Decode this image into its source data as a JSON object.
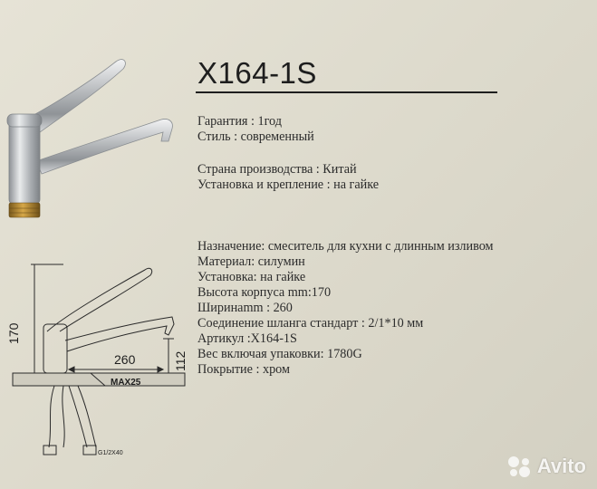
{
  "model": "X164-1S",
  "specs_group1": [
    "Гарантия : 1год",
    "Стиль : современный"
  ],
  "specs_group2": [
    "Страна производства : Китай",
    "Установка и крепление : на гайке"
  ],
  "specs_group3": [
    "Назначение: смеситель для кухни с длинным изливом",
    "Материал: силумин",
    "Установка: на гайке",
    "Высота корпуса mm:170",
    "Ширинаmm :  260",
    "Соединение шланга стандарт :   2/1*10 мм",
    "Артикул :X164-1S",
    "Вес включая упаковки: 1780G",
    "Покрытие : хром"
  ],
  "drawing": {
    "height_label": "170",
    "width_label": "260",
    "spout_label": "112",
    "max_label": "MAX25",
    "thread_label": "G1/2X40"
  },
  "watermark": {
    "text": "Avito",
    "icon": "avito-dots-icon"
  },
  "colors": {
    "background": "#dcd9cb",
    "text": "#2b2b2b",
    "chrome": "#b9bcbf",
    "brass": "#b88a2e"
  }
}
